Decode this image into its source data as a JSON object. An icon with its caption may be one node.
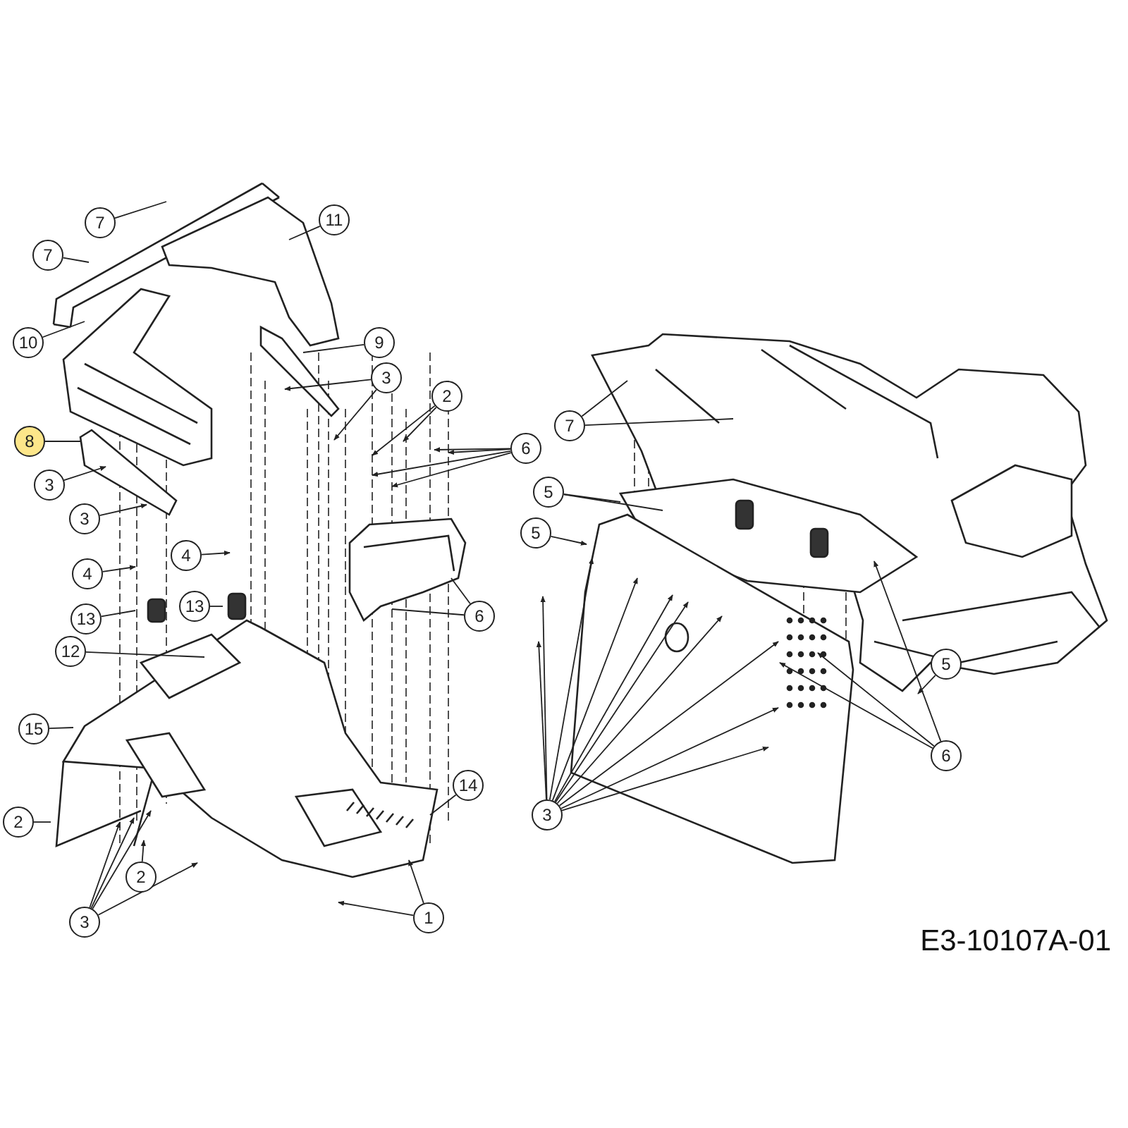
{
  "diagram": {
    "nodes": [
      {
        "text": [
          "7"
        ]
      },
      {
        "text": [
          "7"
        ]
      },
      {
        "text": [
          "11"
        ]
      },
      {
        "text": [
          "10"
        ]
      },
      {
        "text": [
          "9"
        ]
      },
      {
        "text": [
          "3"
        ]
      },
      {
        "text": [
          "2"
        ]
      },
      {
        "text": [
          "8"
        ]
      },
      {
        "text": [
          "6"
        ]
      },
      {
        "text": [
          "3"
        ]
      },
      {
        "text": [
          "3"
        ]
      },
      {
        "text": [
          "4"
        ]
      },
      {
        "text": [
          "4"
        ]
      },
      {
        "text": [
          "13"
        ]
      },
      {
        "text": [
          "13"
        ]
      },
      {
        "text": [
          "6"
        ]
      },
      {
        "text": [
          "12"
        ]
      },
      {
        "text": [
          "15"
        ]
      },
      {
        "text": [
          "14"
        ]
      },
      {
        "text": [
          "2"
        ]
      },
      {
        "text": [
          "2"
        ]
      },
      {
        "text": [
          "3"
        ]
      },
      {
        "text": [
          "1"
        ]
      },
      {
        "text": [
          "7"
        ]
      },
      {
        "text": [
          "5"
        ]
      },
      {
        "text": [
          "5"
        ]
      },
      {
        "text": [
          "5"
        ]
      },
      {
        "text": [
          "6"
        ]
      },
      {
        "text": [
          "3"
        ]
      }
    ],
    "edges": [
      {
        "from": 0,
        "to": null,
        "arrow": "none"
      },
      {
        "from": 1,
        "to": null,
        "arrow": "none"
      },
      {
        "from": 2,
        "to": null,
        "arrow": "none"
      },
      {
        "from": 3,
        "to": null,
        "arrow": "none"
      },
      {
        "from": 4,
        "to": null,
        "arrow": "none"
      },
      {
        "from": 5,
        "to": null,
        "arrow": "to"
      },
      {
        "from": 5,
        "to": null,
        "arrow": "to"
      },
      {
        "from": 6,
        "to": null,
        "arrow": "to"
      },
      {
        "from": 6,
        "to": null,
        "arrow": "to"
      },
      {
        "from": 7,
        "to": null,
        "arrow": "none"
      },
      {
        "from": 8,
        "to": null,
        "arrow": "to"
      },
      {
        "from": 8,
        "to": null,
        "arrow": "to"
      },
      {
        "from": 8,
        "to": null,
        "arrow": "to"
      },
      {
        "from": 8,
        "to": null,
        "arrow": "to"
      },
      {
        "from": 9,
        "to": null,
        "arrow": "to"
      },
      {
        "from": 10,
        "to": null,
        "arrow": "to"
      },
      {
        "from": 11,
        "to": null,
        "arrow": "to"
      },
      {
        "from": 12,
        "to": null,
        "arrow": "to"
      },
      {
        "from": 13,
        "to": null,
        "arrow": "none"
      },
      {
        "from": 14,
        "to": null,
        "arrow": "none"
      },
      {
        "from": 15,
        "to": null,
        "arrow": "none"
      },
      {
        "from": 15,
        "to": null,
        "arrow": "none"
      },
      {
        "from": 16,
        "to": null,
        "arrow": "none"
      },
      {
        "from": 17,
        "to": null,
        "arrow": "none"
      },
      {
        "from": 18,
        "to": null,
        "arrow": "none"
      },
      {
        "from": 19,
        "to": null,
        "arrow": "none"
      },
      {
        "from": 20,
        "to": null,
        "arrow": "to"
      },
      {
        "from": 21,
        "to": null,
        "arrow": "to"
      },
      {
        "from": 21,
        "to": null,
        "arrow": "to"
      },
      {
        "from": 21,
        "to": null,
        "arrow": "to"
      },
      {
        "from": 21,
        "to": null,
        "arrow": "to"
      },
      {
        "from": 22,
        "to": null,
        "arrow": "to"
      },
      {
        "from": 22,
        "to": null,
        "arrow": "to"
      },
      {
        "from": 23,
        "to": null,
        "arrow": "none"
      },
      {
        "from": 23,
        "to": null,
        "arrow": "none"
      },
      {
        "from": 24,
        "to": null,
        "arrow": "none"
      },
      {
        "from": 24,
        "to": null,
        "arrow": "none"
      },
      {
        "from": 25,
        "to": null,
        "arrow": "to"
      },
      {
        "from": 26,
        "to": null,
        "arrow": "to"
      },
      {
        "from": 27,
        "to": null,
        "arrow": "to"
      },
      {
        "from": 27,
        "to": null,
        "arrow": "to"
      },
      {
        "from": 27,
        "to": null,
        "arrow": "to"
      },
      {
        "from": 28,
        "to": null,
        "arrow": "to"
      },
      {
        "from": 28,
        "to": null,
        "arrow": "to"
      },
      {
        "from": 28,
        "to": null,
        "arrow": "to"
      },
      {
        "from": 28,
        "to": null,
        "arrow": "to"
      },
      {
        "from": 28,
        "to": null,
        "arrow": "to"
      },
      {
        "from": 28,
        "to": null,
        "arrow": "to"
      },
      {
        "from": 28,
        "to": null,
        "arrow": "to"
      },
      {
        "from": 28,
        "to": null,
        "arrow": "to"
      },
      {
        "from": 28,
        "to": null,
        "arrow": "to"
      },
      {
        "from": 28,
        "to": null,
        "arrow": "to"
      }
    ],
    "labels": [
      "E3-10107A-01"
    ]
  }
}
